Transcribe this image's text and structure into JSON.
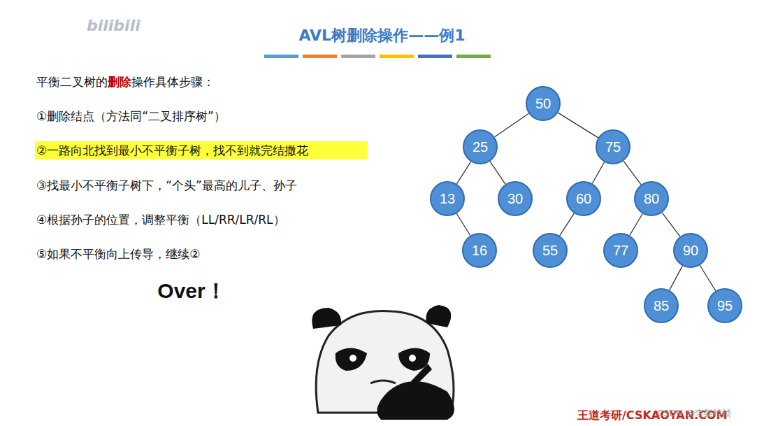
{
  "diagram": {
    "title": "AVL树删除操作——例1",
    "nodes": [
      {
        "text": [
          "50"
        ]
      },
      {
        "text": [
          "25"
        ]
      },
      {
        "text": [
          "75"
        ]
      },
      {
        "text": [
          "13"
        ]
      },
      {
        "text": [
          "30"
        ]
      },
      {
        "text": [
          "60"
        ]
      },
      {
        "text": [
          "80"
        ]
      },
      {
        "text": [
          "16"
        ]
      },
      {
        "text": [
          "55"
        ]
      },
      {
        "text": [
          "77"
        ]
      },
      {
        "text": [
          "90"
        ]
      },
      {
        "text": [
          "85"
        ]
      },
      {
        "text": [
          "95"
        ]
      }
    ],
    "edges": [
      {
        "from": 0,
        "to": 1,
        "arrow": "none"
      },
      {
        "from": 0,
        "to": 2,
        "arrow": "none"
      },
      {
        "from": 1,
        "to": 3,
        "arrow": "none"
      },
      {
        "from": 1,
        "to": 4,
        "arrow": "none"
      },
      {
        "from": 2,
        "to": 5,
        "arrow": "none"
      },
      {
        "from": 2,
        "to": 6,
        "arrow": "none"
      },
      {
        "from": 3,
        "to": 7,
        "arrow": "none"
      },
      {
        "from": 5,
        "to": 8,
        "arrow": "none"
      },
      {
        "from": 6,
        "to": 9,
        "arrow": "none"
      },
      {
        "from": 6,
        "to": 10,
        "arrow": "none"
      },
      {
        "from": 10,
        "to": 11,
        "arrow": "none"
      },
      {
        "from": 10,
        "to": 12,
        "arrow": "none"
      }
    ],
    "labels": [
      "bilibili",
      "平衡二叉树的",
      "删除",
      "操作具体步骤：",
      "①删除结点（方法同“二叉排序树”）",
      "②一路向北找到最小不平衡子树，找不到就完结撒花",
      "③找最小不平衡子树下，“个头”最高的儿子、孙子",
      "④根据孙子的位置，调整平衡（LL/RR/LR/RL）",
      "⑤如果不平衡向上传导，继续②",
      "Over！",
      "王道考研/CSKAOYAN.COM",
      "CSDN @李架桢桢"
    ]
  }
}
